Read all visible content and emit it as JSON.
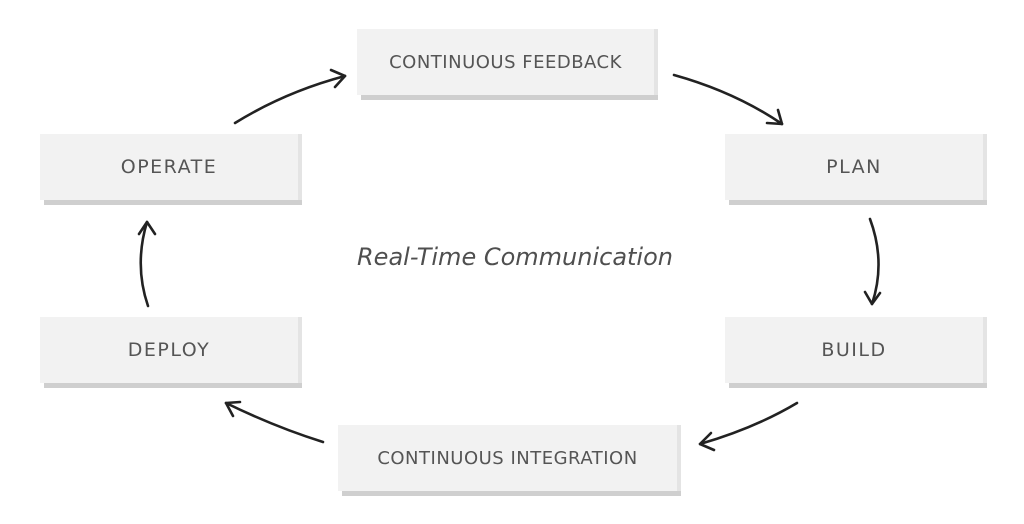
{
  "diagram": {
    "center_label": "Real-Time Communication",
    "nodes": [
      {
        "id": "feedback",
        "label": "CONTINUOUS FEEDBACK"
      },
      {
        "id": "plan",
        "label": "PLAN"
      },
      {
        "id": "build",
        "label": "BUILD"
      },
      {
        "id": "integration",
        "label": "CONTINUOUS INTEGRATION"
      },
      {
        "id": "deploy",
        "label": "DEPLOY"
      },
      {
        "id": "operate",
        "label": "OPERATE"
      }
    ],
    "edges": [
      {
        "from": "operate",
        "to": "feedback"
      },
      {
        "from": "feedback",
        "to": "plan"
      },
      {
        "from": "plan",
        "to": "build"
      },
      {
        "from": "build",
        "to": "integration"
      },
      {
        "from": "integration",
        "to": "deploy"
      },
      {
        "from": "deploy",
        "to": "operate"
      }
    ],
    "colors": {
      "node_fill": "#f2f2f2",
      "node_shadow": "#cfcfcf",
      "text": "#555555",
      "arrow": "#222222"
    }
  }
}
